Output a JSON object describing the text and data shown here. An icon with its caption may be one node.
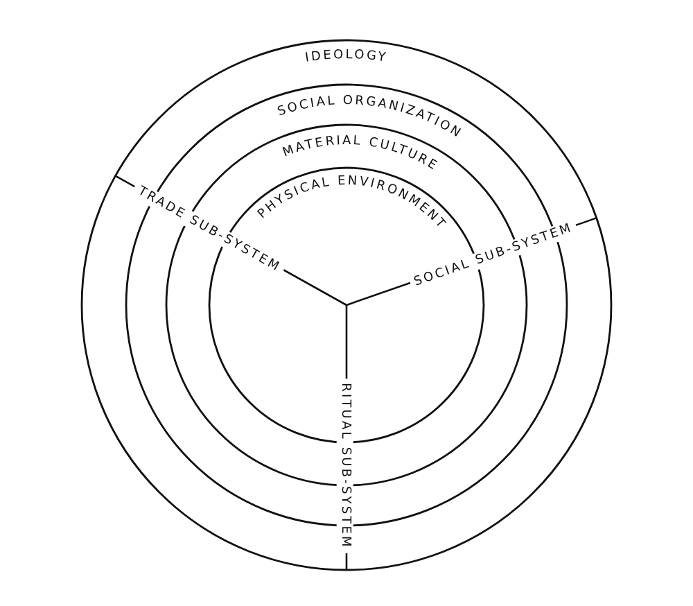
{
  "diagram": {
    "nodes": [
      {
        "text": [
          "IDEOLOGY"
        ]
      },
      {
        "text": [
          "SOCIAL ORGANIZATION"
        ],
        "in": 0
      },
      {
        "text": [
          "MATERIAL CULTURE"
        ],
        "in": 1
      },
      {
        "text": [
          "PHYSICAL ENVIRONMENT"
        ],
        "in": 2
      }
    ],
    "labels": [
      "TRADE SUB-SYSTEM",
      "SOCIAL SUB-SYSTEM",
      "RITUAL SUB-SYSTEM"
    ]
  }
}
